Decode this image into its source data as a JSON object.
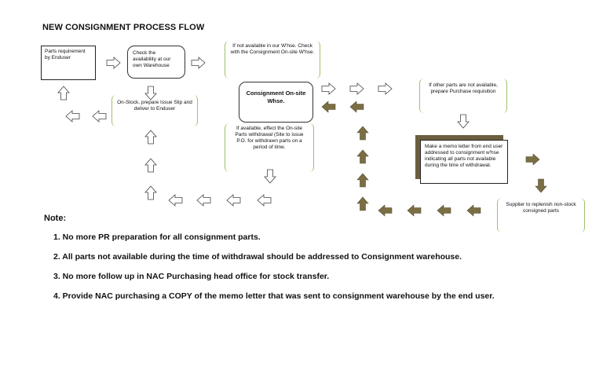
{
  "title": "NEW CONSIGNMENT  PROCESS  FLOW",
  "steps": {
    "parts_requirement": "Parts requirement by Enduser",
    "check_availability": "Check the availability at our own Warehouse",
    "not_available": "If not available in our W'hse. Check with the Consignment On-site W'hse.",
    "consignment_warehouse": "Consignment On-site Whse.",
    "if_available": "If available, effect the On-site Parts withdrawal (Site to issue P.O. for withdrawn parts on a period of time.",
    "on_stock": "On-Stock, prepare Issue Slip and deliver to Enduser",
    "other_parts": "If other parts are not available, prepare Purchase requisition",
    "memo_letter": "Make a memo letter from end user addressed to consignment w'hse indicating all parts not available during the time of withdrawal.",
    "supplier": "Supplier to replenish non-stock consigned parts"
  },
  "notes": {
    "heading": "Note:",
    "items": [
      "1. No more PR preparation for all consignment parts.",
      "2. All parts not available during the time of withdrawal should be addressed to Consignment warehouse.",
      "3. No more follow up in NAC Purchasing head office for stock transfer.",
      "4. Provide NAC purchasing a COPY of the memo letter that was sent to consignment warehouse by the end user."
    ]
  },
  "colors": {
    "filled_arrow": "#7a6e45",
    "brace": "#9fc16a"
  }
}
